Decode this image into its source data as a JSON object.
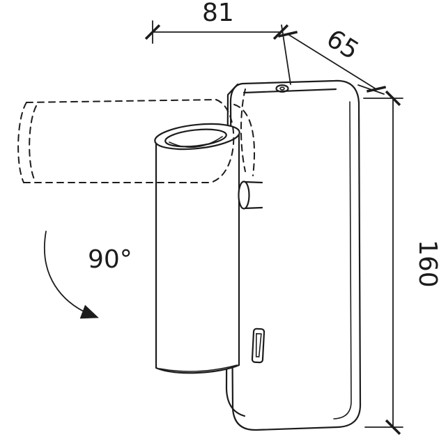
{
  "figure": {
    "type": "technical-dimension-drawing",
    "subject": "wall-mounted adjustable spotlight",
    "labels": {
      "width_mm": "81",
      "depth_mm": "65",
      "height_mm": "160",
      "rotation": "90°"
    }
  }
}
